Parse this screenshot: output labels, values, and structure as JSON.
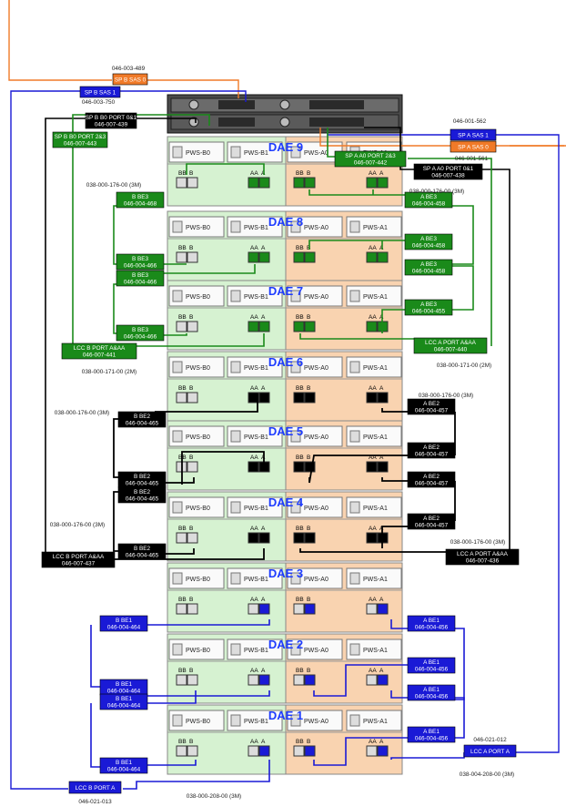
{
  "colors": {
    "green": "#1a8a1a",
    "black": "#000000",
    "blue": "#1a1ad6",
    "orange": "#f07a28",
    "left_panel": "#d6f2d1",
    "right_panel": "#f9d3b0"
  },
  "spe": {
    "labels": {
      "sp_b_sas0": "SP B SAS 0",
      "sp_b_sas0_pn": "046-003-489",
      "sp_b_sas1": "SP B SAS 1",
      "sp_b_sas1_pn": "046-003-750",
      "sp_a_sas1": "SP A SAS 1",
      "sp_a_sas1_pn": "046-001-562",
      "sp_a_sas0": "SP A SAS 0",
      "sp_a_sas0_pn": "046-001-561"
    }
  },
  "daes": [
    {
      "title": "DAE 9",
      "color": "green"
    },
    {
      "title": "DAE 8",
      "color": "green"
    },
    {
      "title": "DAE 7",
      "color": "green"
    },
    {
      "title": "DAE 6",
      "color": "black"
    },
    {
      "title": "DAE 5",
      "color": "black"
    },
    {
      "title": "DAE 4",
      "color": "black"
    },
    {
      "title": "DAE 3",
      "color": "blue"
    },
    {
      "title": "DAE 2",
      "color": "blue"
    },
    {
      "title": "DAE 1",
      "color": "blue"
    }
  ],
  "psu_labels": [
    "PWS-B0",
    "PWS-B1",
    "PWS-A0",
    "PWS-A1"
  ],
  "port_labels": {
    "bb": "BB",
    "b": "B",
    "aa": "AA",
    "a": "A"
  },
  "cable_labels": [
    {
      "id": "sp_b_b0",
      "text": "SP B B0 PORT 0&1",
      "pn": "046-007-439",
      "color": "black"
    },
    {
      "id": "sp_b_b0_23",
      "text": "SP B B0 PORT 2&3",
      "pn": "046-007-443",
      "color": "green"
    },
    {
      "id": "sp_a_a0_23",
      "text": "SP A A0 PORT 2&3",
      "pn": "046-007-442",
      "color": "green"
    },
    {
      "id": "sp_a_a0_01",
      "text": "SP A A0 PORT 0&1",
      "pn": "046-007-438",
      "color": "black"
    },
    {
      "id": "b_be3_1",
      "text": "B BE3",
      "pn": "046-004-468",
      "color": "green"
    },
    {
      "id": "a_be3_1",
      "text": "A BE3",
      "pn": "046-004-458",
      "color": "green"
    },
    {
      "id": "a_be3_2",
      "text": "A BE3",
      "pn": "046-004-458",
      "color": "green"
    },
    {
      "id": "b_be3_2",
      "text": "B BE3",
      "pn": "046-004-466",
      "color": "green"
    },
    {
      "id": "a_be3_3",
      "text": "A BE3",
      "pn": "046-004-458",
      "color": "green"
    },
    {
      "id": "b_be3_3",
      "text": "B BE3",
      "pn": "046-004-466",
      "color": "green"
    },
    {
      "id": "a_be3_4",
      "text": "A BE3",
      "pn": "046-004-455",
      "color": "green"
    },
    {
      "id": "b_be3_4",
      "text": "B BE3",
      "pn": "046-004-466",
      "color": "green"
    },
    {
      "id": "lcc_b_aa_g",
      "text": "LCC B PORT A&AA",
      "pn": "046-007-441",
      "color": "green"
    },
    {
      "id": "lcc_a_aa_g",
      "text": "LCC A PORT A&AA",
      "pn": "046-007-440",
      "color": "green"
    },
    {
      "id": "a_be2_1",
      "text": "A BE2",
      "pn": "046-004-457",
      "color": "black"
    },
    {
      "id": "b_be2_1",
      "text": "B BE2",
      "pn": "046-004-465",
      "color": "black"
    },
    {
      "id": "a_be2_2",
      "text": "A BE2",
      "pn": "046-004-457",
      "color": "black"
    },
    {
      "id": "b_be2_2",
      "text": "B BE2",
      "pn": "046-004-465",
      "color": "black"
    },
    {
      "id": "a_be2_3",
      "text": "A BE2",
      "pn": "046-004-457",
      "color": "black"
    },
    {
      "id": "b_be2_3",
      "text": "B BE2",
      "pn": "046-004-465",
      "color": "black"
    },
    {
      "id": "a_be2_4",
      "text": "A BE2",
      "pn": "046-004-457",
      "color": "black"
    },
    {
      "id": "b_be2_4",
      "text": "B BE2",
      "pn": "046-004-465",
      "color": "black"
    },
    {
      "id": "lcc_b_aa_k",
      "text": "LCC B PORT A&AA",
      "pn": "046-007-437",
      "color": "black"
    },
    {
      "id": "lcc_a_aa_k",
      "text": "LCC A PORT A&AA",
      "pn": "046-007-436",
      "color": "black"
    },
    {
      "id": "a_be1_1",
      "text": "A BE1",
      "pn": "046-004-456",
      "color": "blue"
    },
    {
      "id": "b_be1_1",
      "text": "B BE1",
      "pn": "046-004-464",
      "color": "blue"
    },
    {
      "id": "a_be1_2",
      "text": "A BE1",
      "pn": "046-004-456",
      "color": "blue"
    },
    {
      "id": "b_be1_2",
      "text": "B BE1",
      "pn": "046-004-464",
      "color": "blue"
    },
    {
      "id": "b_be1_3",
      "text": "B BE1",
      "pn": "046-004-464",
      "color": "blue"
    },
    {
      "id": "a_be1_3",
      "text": "A BE1",
      "pn": "046-004-456",
      "color": "blue"
    },
    {
      "id": "a_be1_4",
      "text": "A BE1",
      "pn": "046-004-456",
      "color": "blue"
    },
    {
      "id": "b_be1_4",
      "text": "B BE1",
      "pn": "046-004-464",
      "color": "blue"
    },
    {
      "id": "lcc_a_a",
      "text": "LCC A PORT A",
      "pn": "046-021-012",
      "color": "blue"
    },
    {
      "id": "lcc_b_a",
      "text": "LCC B PORT A",
      "pn": "046-021-013",
      "color": "blue"
    }
  ],
  "length_captions": {
    "c1": "038-000-176-00 (3M)",
    "c2": "038-000-176-00 (3M)",
    "c3": "038-000-171-00 (2M)",
    "c4": "038-000-171-00 (2M)",
    "c5": "038-000-176-00 (3M)",
    "c6": "038-000-176-00 (3M)",
    "c7": "038-000-176-00 (3M)",
    "c8": "038-000-176-00 (3M)",
    "c9": "038-000-208-00 (3M)",
    "c10": "038-004-208-00 (3M)"
  }
}
